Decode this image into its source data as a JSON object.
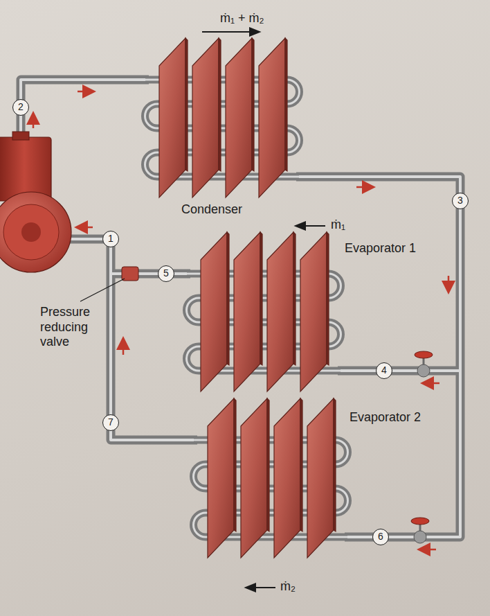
{
  "diagram": {
    "labels": [
      "ṁ₁ + ṁ₂",
      "2",
      "Condenser",
      "3",
      "1",
      "5",
      "ṁ₁",
      "Evaporator 1",
      "Pressure reducing valve",
      "4",
      "7",
      "Evaporator 2",
      "6",
      "ṁ₂"
    ]
  }
}
